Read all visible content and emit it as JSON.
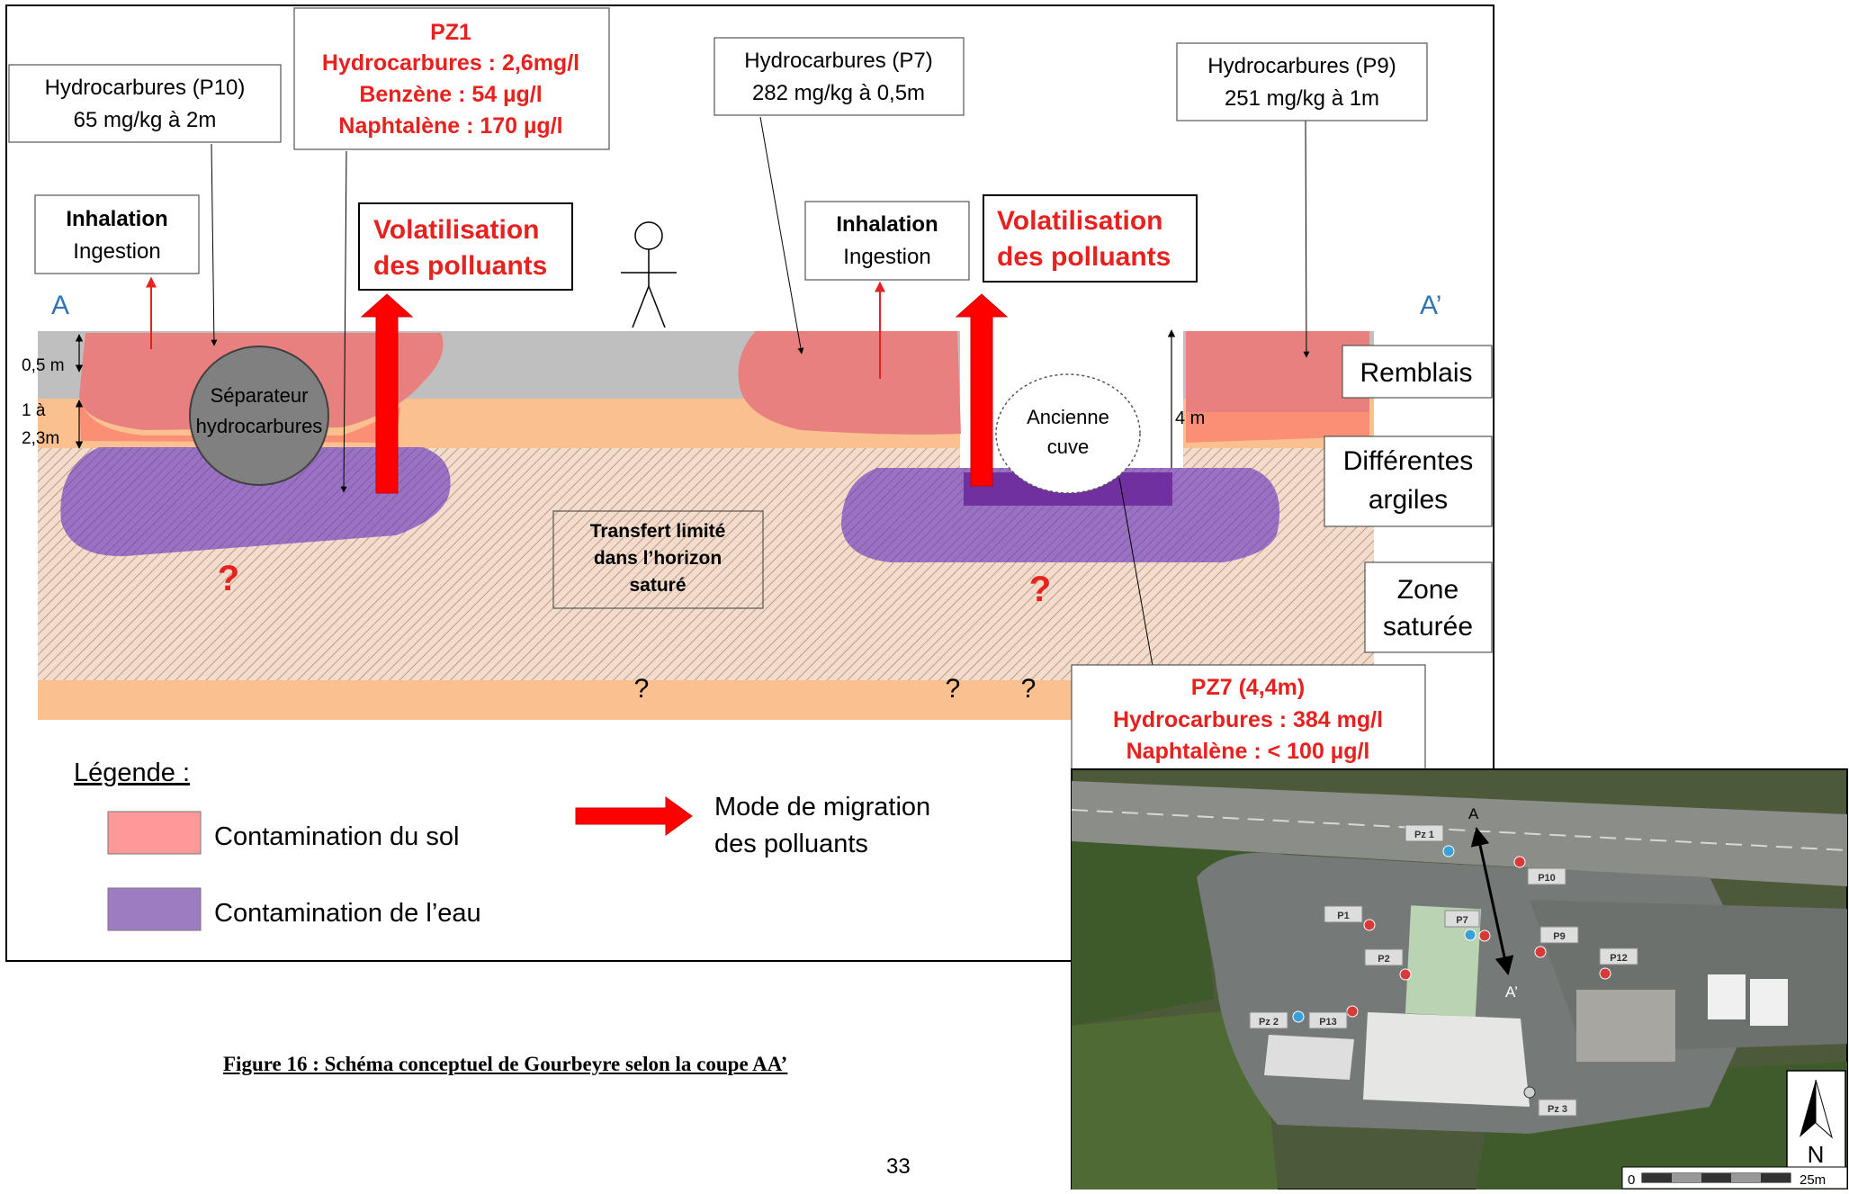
{
  "labels": {
    "section_start": "A",
    "section_end": "A’",
    "depth_05": "0,5 m",
    "depth_1": "1 à",
    "depth_23": "2,3m",
    "depth_4": "4 m",
    "separator_line1": "Séparateur",
    "separator_line2": "hydrocarbures",
    "tank_line1": "Ancienne",
    "tank_line2": "cuve",
    "question": "?"
  },
  "boxes": {
    "p10": {
      "line1": "Hydrocarbures (P10)",
      "line2": "65 mg/kg à 2m"
    },
    "pz1": {
      "title": "PZ1",
      "line1": "Hydrocarbures : 2,6mg/l",
      "line2": "Benzène : 54 µg/l",
      "line3": "Naphtalène  : 170 µg/l"
    },
    "p7": {
      "line1": "Hydrocarbures (P7)",
      "line2": "282 mg/kg à 0,5m"
    },
    "p9": {
      "line1": "Hydrocarbures (P9)",
      "line2": "251 mg/kg à 1m"
    },
    "inhal1": {
      "line1": "Inhalation",
      "line2": "Ingestion"
    },
    "inhal2": {
      "line1": "Inhalation",
      "line2": "Ingestion"
    },
    "volat1": {
      "line1": "Volatilisation",
      "line2": "des polluants"
    },
    "volat2": {
      "line1": "Volatilisation",
      "line2": "des polluants"
    },
    "transfert": {
      "line1": "Transfert limité",
      "line2": "dans l’horizon",
      "line3": "saturé"
    },
    "pz7": {
      "title": "PZ7 (4,4m)",
      "line1": "Hydrocarbures : 384 mg/l",
      "line2": "Naphtalène : < 100 µg/l"
    }
  },
  "layers": {
    "remblais": "Remblais",
    "argiles_1": "Différentes",
    "argiles_2": "argiles",
    "zone_1": "Zone",
    "zone_2": "saturée"
  },
  "legend": {
    "title": "Légende :",
    "soil": "Contamination du sol",
    "water": "Contamination de l’eau",
    "migration_1": "Mode de migration",
    "migration_2": "des polluants",
    "soil_color": "#ff9999",
    "water_color": "#9e7cc1",
    "arrow_color": "#ff0000"
  },
  "map": {
    "point_a": "A",
    "point_a_prime": "A’",
    "wells": [
      "Pz 1",
      "P10",
      "P1",
      "P7",
      "P9",
      "P2",
      "P12",
      "Pz 2",
      "P13",
      "Pz 3"
    ],
    "north": "N",
    "scale_start": "0",
    "scale_end": "25m"
  },
  "caption": "Figure 16 : Schéma conceptuel de Gourbeyre selon la coupe AA’",
  "page_number": "33",
  "colors": {
    "fill_grey": "#bfbfbf",
    "fill_sand": "#fac090",
    "contam_soil": "#e88080",
    "contam_soil_deep": "#fb8f76",
    "contam_water": "#9266b8",
    "tank_water": "#7030a0",
    "title_red": "#e6211e",
    "label_blue": "#2e75b6",
    "map_dot_red": "#d83a3a",
    "map_dot_blue": "#3aa0d8"
  }
}
